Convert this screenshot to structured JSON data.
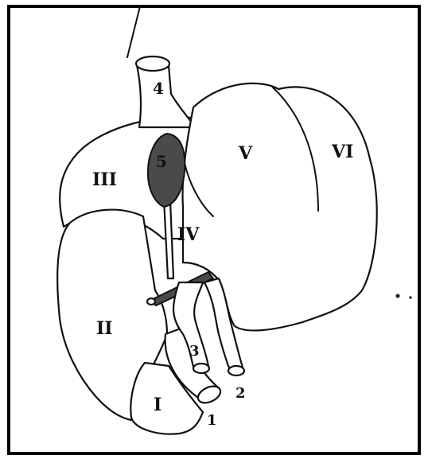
{
  "labels": {
    "lobe_1": "I",
    "lobe_2": "II",
    "lobe_3": "III",
    "lobe_4": "IV",
    "lobe_5": "V",
    "lobe_6": "VI",
    "vessel_1": "1",
    "vessel_2": "2",
    "vessel_3": "3",
    "vessel_4": "4",
    "gallbladder_5": "5"
  },
  "colors": {
    "ink": "#111111",
    "background": "#ffffff",
    "frame": "#000000"
  }
}
